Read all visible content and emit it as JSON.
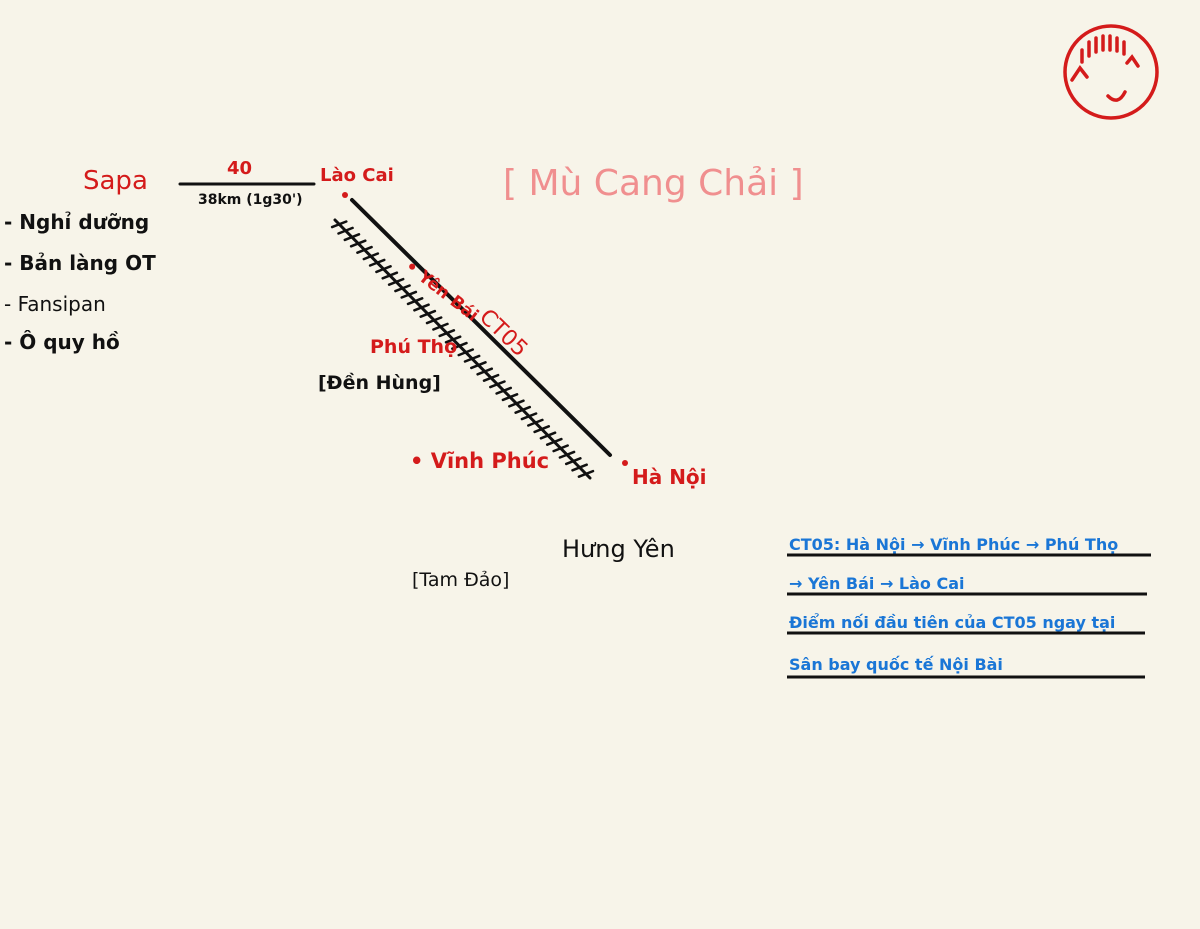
{
  "colors": {
    "background": "#f7f4e9",
    "red": "#d41b1b",
    "black": "#111111",
    "blue": "#1a76d6",
    "pink": "#f08f8f"
  },
  "map": {
    "sapa": {
      "name": "Sapa",
      "distance_top": "40",
      "distance_bottom": "38km (1g30')",
      "activities": [
        "- Nghỉ dưỡng",
        "- Bản làng OT",
        "- Fansipan",
        "- Ô quy hồ"
      ]
    },
    "lao_cai": "Lào Cai",
    "mu_cang_chai": "[ Mù Cang Chải ]",
    "yen_bai": "• Yên Bái",
    "highway": "CT05",
    "phu_tho": "Phú Thọ",
    "den_hung": "[Đền Hùng]",
    "vinh_phuc": "• Vĩnh Phúc",
    "ha_noi": "Hà Nội",
    "hung_yen": "Hưng Yên",
    "tam_dao": "[Tam Đảo]"
  },
  "notes": {
    "line1": "CT05: Hà Nội → Vĩnh Phúc → Phú Thọ",
    "line2": "→ Yên Bái → Lào Cai",
    "line3": "Điểm nối đầu tiên của CT05 ngay tại",
    "line4": "Sân bay quốc tế Nội Bài"
  },
  "icons": [
    "smiley-face-icon"
  ]
}
